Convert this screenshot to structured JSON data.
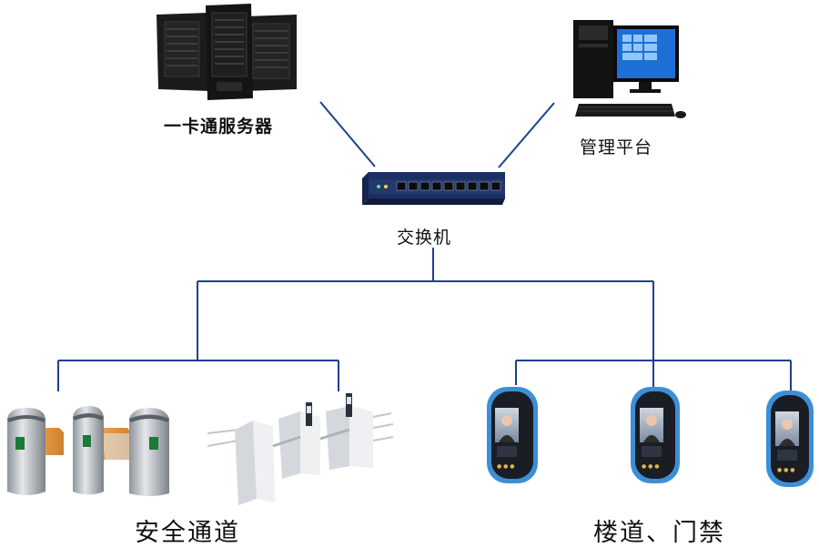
{
  "labels": {
    "server": "一卡通服务器",
    "management": "管理平台",
    "switch": "交换机",
    "passage": "安全通道",
    "doors": "楼道、门禁"
  },
  "colors": {
    "line": "#1f3f8f",
    "server_body": "#1b1b1b",
    "switch_body": "#1c2f63",
    "turnstile_metal": "#b9bfc7",
    "turnstile_orange": "#e08a1e",
    "terminal_frame": "#3c8fd6",
    "terminal_body": "#1a1d24"
  },
  "icons": [
    "server-icon",
    "desktop-computer-icon",
    "network-switch-icon",
    "speed-gate-icon",
    "tripod-turnstile-icon",
    "face-terminal-icon"
  ]
}
